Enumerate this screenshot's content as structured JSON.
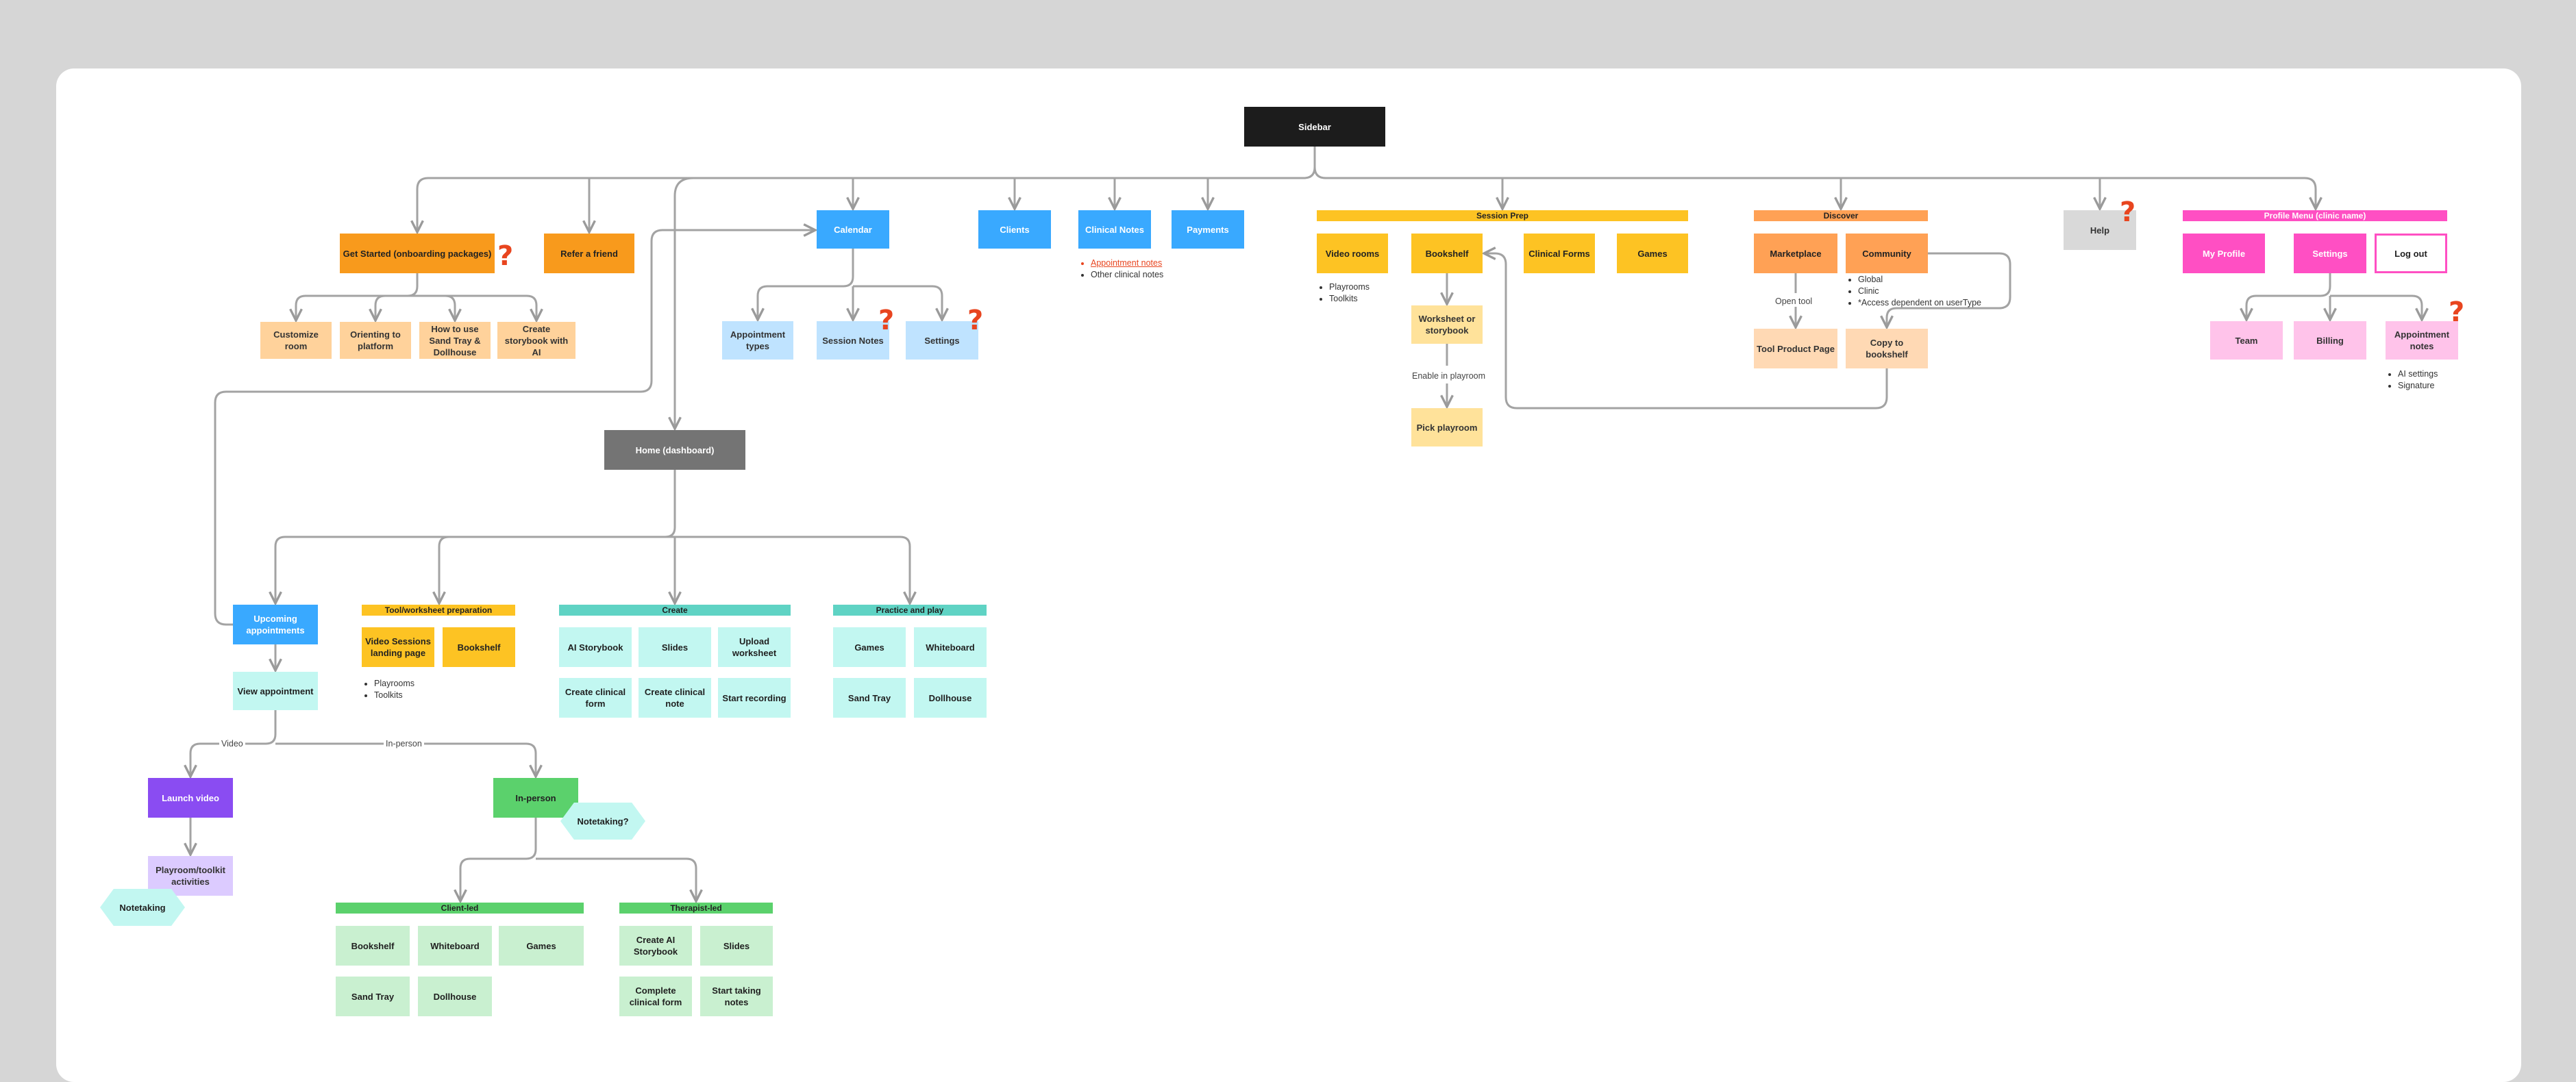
{
  "colors": {
    "sidebar": "#1c1c1c",
    "orange": "#f89a1c",
    "light_orange": "#ffd29b",
    "blue": "#39a9ff",
    "light_blue": "#bfe3ff",
    "yellow": "#fdc323",
    "light_yellow": "#ffe29a",
    "peach": "#ffa155",
    "light_peach": "#ffd9b4",
    "gray": "#d9d9d9",
    "pink": "#ff4fc3",
    "light_pink": "#ffc3ea",
    "dark_gray": "#747474",
    "teal_header": "#5fd3c4",
    "teal_light": "#c2f7f1",
    "green": "#5bd16c",
    "light_green": "#c9f0d0",
    "purple": "#8a4cf2",
    "light_purple": "#dccbff",
    "question": "#e8451f"
  },
  "nodes": {
    "sidebar": "Sidebar",
    "get_started": "Get Started (onboarding packages)",
    "refer_friend": "Refer a friend",
    "customize_room": "Customize room",
    "orienting_platform": "Orienting to platform",
    "how_to_sand_tray": "How to use Sand Tray & Dollhouse",
    "create_storybook": "Create storybook with AI",
    "calendar": "Calendar",
    "appointment_types": "Appointment types",
    "session_notes": "Session Notes",
    "calendar_settings": "Settings",
    "clients": "Clients",
    "clinical_notes": "Clinical Notes",
    "payments": "Payments",
    "video_rooms": "Video rooms",
    "bookshelf": "Bookshelf",
    "clinical_forms": "Clinical Forms",
    "games": "Games",
    "worksheet_storybook": "Worksheet or storybook",
    "pick_playroom": "Pick playroom",
    "marketplace": "Marketplace",
    "community": "Community",
    "tool_product_page": "Tool Product Page",
    "copy_to_bookshelf": "Copy to bookshelf",
    "help": "Help",
    "my_profile": "My Profile",
    "profile_settings": "Settings",
    "log_out": "Log out",
    "team": "Team",
    "billing": "Billing",
    "appointment_notes": "Appointment notes",
    "home_dashboard": "Home (dashboard)",
    "upcoming_appointments": "Upcoming appointments",
    "view_appointment": "View appointment",
    "video_sessions_landing": "Video Sessions landing page",
    "prep_bookshelf": "Bookshelf",
    "ai_storybook": "AI Storybook",
    "slides": "Slides",
    "upload_worksheet": "Upload worksheet",
    "create_clinical_form": "Create clinical form",
    "create_clinical_note": "Create clinical note",
    "start_recording": "Start recording",
    "pp_games": "Games",
    "pp_whiteboard": "Whiteboard",
    "pp_sand_tray": "Sand Tray",
    "pp_dollhouse": "Dollhouse",
    "launch_video": "Launch video",
    "playroom_toolkit": "Playroom/toolkit activities",
    "notetaking_hex": "Notetaking",
    "in_person": "In-person",
    "notetaking_q": "Notetaking?",
    "cl_bookshelf": "Bookshelf",
    "cl_whiteboard": "Whiteboard",
    "cl_games": "Games",
    "cl_sand_tray": "Sand Tray",
    "cl_dollhouse": "Dollhouse",
    "tl_create_ai_storybook": "Create AI Storybook",
    "tl_slides": "Slides",
    "tl_complete_form": "Complete clinical form",
    "tl_start_notes": "Start taking notes"
  },
  "headers": {
    "session_prep": "Session Prep",
    "discover": "Discover",
    "profile_menu": "Profile Menu (clinic name)",
    "tool_prep": "Tool/worksheet preparation",
    "create": "Create",
    "practice_play": "Practice and play",
    "client_led": "Client-led",
    "therapist_led": "Therapist-led"
  },
  "edge_labels": {
    "open_tool": "Open tool",
    "enable_playroom": "Enable in playroom",
    "video": "Video",
    "in_person": "In-person"
  },
  "notes": {
    "clinical_notes": [
      "Appointment notes",
      "Other clinical notes"
    ],
    "video_rooms": [
      "Playrooms",
      "Toolkits"
    ],
    "community": [
      "Global",
      "Clinic",
      "*Access dependent on userType"
    ],
    "appointment_notes": [
      "AI settings",
      "Signature"
    ],
    "tool_prep": [
      "Playrooms",
      "Toolkits"
    ]
  },
  "question_mark": "?"
}
